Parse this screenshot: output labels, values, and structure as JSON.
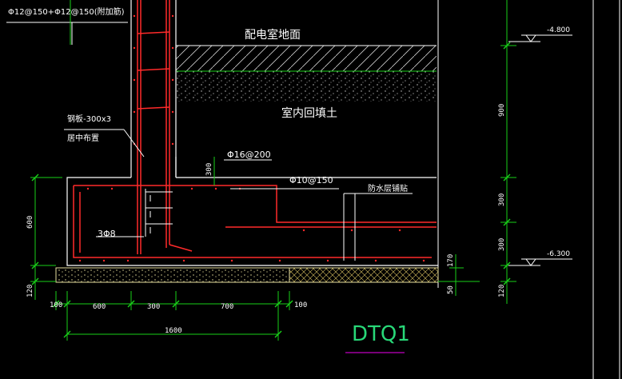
{
  "drawing": {
    "title": "DTQ1",
    "colors": {
      "background": "#000000",
      "outline": "#ffffff",
      "rebar": "#ff2a2a",
      "dimension": "#19d119",
      "title": "#28d878",
      "underline": "#c000c0"
    },
    "labels": {
      "top_rebar": "Φ12@150+Φ12@150(附加筋)",
      "floor": "配电室地面",
      "backfill": "室内回填土",
      "steel_plate": "钢板-300x3",
      "center_place": "居中布置",
      "rebar_16": "Φ16@200",
      "rebar_10": "Φ10@150",
      "waterproof": "防水层铺贴",
      "rebar_3": "3Φ8"
    },
    "elevations": {
      "top": "-4.800",
      "bottom": "-6.300"
    },
    "dims": {
      "bottom": [
        "100",
        "600",
        "300",
        "700",
        "100"
      ],
      "total": "1600",
      "left_height": "600",
      "left_base": "120",
      "right_900": "900",
      "right_300a": "300",
      "right_300b": "300",
      "right_120": "120",
      "small_170": "170",
      "small_50": "50",
      "wall_300": "300"
    }
  }
}
